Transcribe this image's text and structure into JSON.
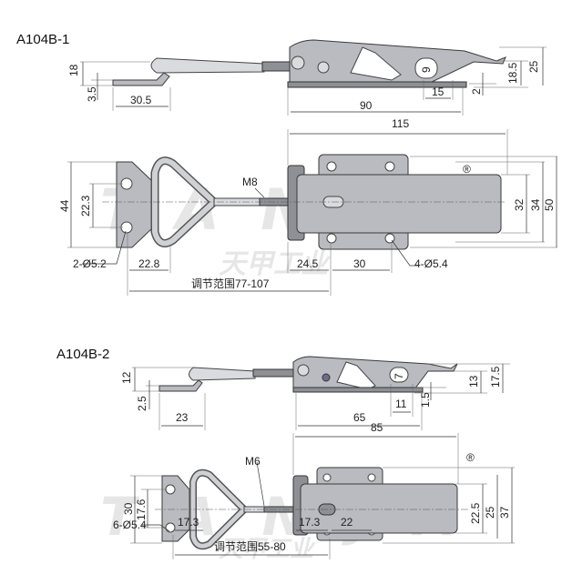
{
  "logo": {
    "brand": "TANJA",
    "chinese": "天甲工业",
    "registered": "®"
  },
  "models": [
    {
      "title": "A104B-1",
      "side_view": {
        "d18": "18",
        "d3_5": "3.5",
        "d30_5": "30.5",
        "d90": "90",
        "d15": "15",
        "d2": "2",
        "d18_5": "18.5",
        "d25": "25",
        "d9": "9"
      },
      "top_view": {
        "d115": "115",
        "thread": "M8",
        "d44": "44",
        "d22_3": "22.3",
        "d32": "32",
        "d34": "34",
        "d50": "50",
        "holes_left": "2-Ø5.2",
        "d22_8": "22.8",
        "d24_5": "24.5",
        "d30": "30",
        "holes_right": "4-Ø5.4",
        "range": "调节范围77-107"
      }
    },
    {
      "title": "A104B-2",
      "side_view": {
        "d12": "12",
        "d2_5": "2.5",
        "d23": "23",
        "d65": "65",
        "d11": "11",
        "d1_5": "1.5",
        "d13": "13",
        "d17_5": "17.5",
        "d7": "7"
      },
      "top_view": {
        "d85": "85",
        "thread": "M6",
        "d30": "30",
        "d17_6": "17.6",
        "d22_5": "22.5",
        "d25": "25",
        "d37": "37",
        "holes": "6-Ø5.4",
        "d17_3a": "17.3",
        "d17_3b": "17.3",
        "d22": "22",
        "range": "调节范围55-80"
      }
    }
  ]
}
